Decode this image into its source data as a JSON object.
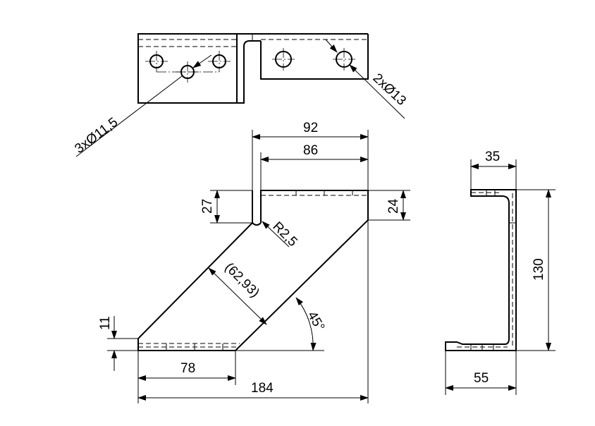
{
  "top_view": {
    "holes_small_label": "3xØ11,5",
    "holes_large_label": "2xØ13"
  },
  "front_view": {
    "dim_total_width": "92",
    "dim_inner_width": "86",
    "dim_top_height": "27",
    "dim_top_flange": "24",
    "dim_radius": "R2,5",
    "dim_thickness_diag": "(62,93)",
    "dim_angle": "45°",
    "dim_bottom_flange": "11",
    "dim_bottom_width": "78",
    "dim_overall_width": "184"
  },
  "side_view": {
    "dim_top_width": "35",
    "dim_height": "130",
    "dim_bottom_width": "55"
  }
}
